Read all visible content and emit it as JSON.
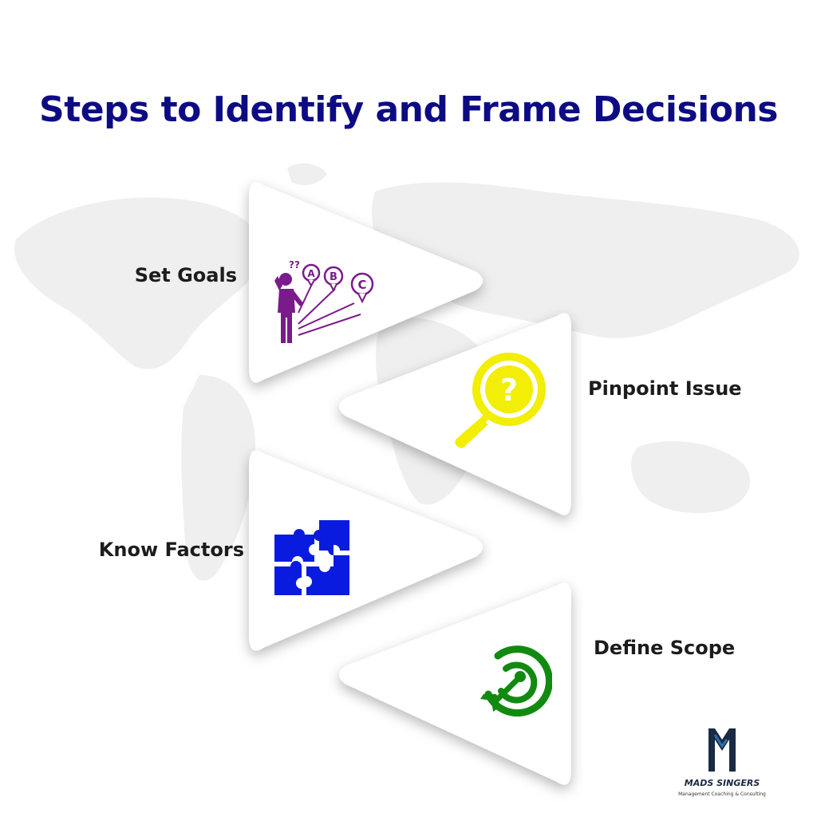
{
  "title": "Steps to Identify and Frame Decisions",
  "steps": [
    {
      "label": "Set Goals",
      "icon": "confused-person-choices-icon",
      "color": "#7a1a8c"
    },
    {
      "label": "Pinpoint Issue",
      "icon": "magnifier-question-icon",
      "color": "#f2ee05"
    },
    {
      "label": "Know Factors",
      "icon": "puzzle-pieces-icon",
      "color": "#0a1be0"
    },
    {
      "label": "Define Scope",
      "icon": "target-dart-icon",
      "color": "#128a12"
    }
  ],
  "icon_text": {
    "question_marks": "??",
    "choices": [
      "A",
      "B",
      "C"
    ],
    "magnifier_mark": "?"
  },
  "logo": {
    "letter": "M",
    "name": "MADS SINGERS",
    "tagline": "Management Coaching & Consulting"
  },
  "colors": {
    "title": "#0d0b84",
    "label": "#1c1c1c",
    "card": "#ffffff",
    "map": "#ececec",
    "logo_dark": "#1a2a44",
    "logo_accent": "#2f6db3"
  }
}
